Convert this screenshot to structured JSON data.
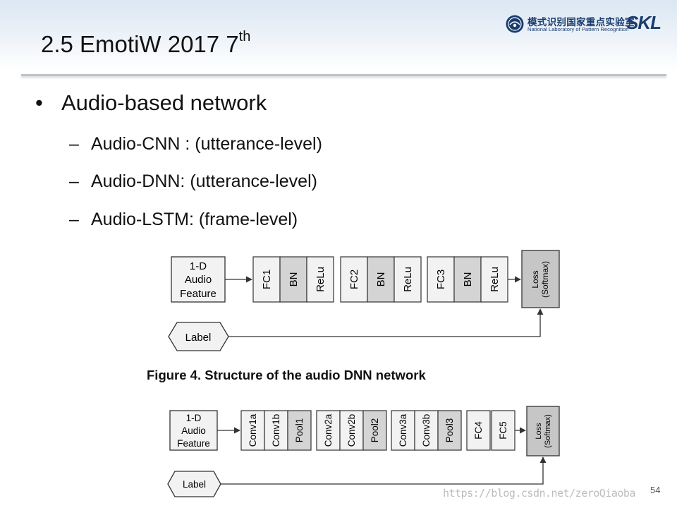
{
  "slide": {
    "title": "2.5 EmotiW 2017 7",
    "title_sup": "th",
    "logo": {
      "cn": "模式识别国家重点实验室",
      "en": "National Laboratory of Pattern Recognition",
      "abbr": "SKL"
    },
    "bullet": "Audio-based network",
    "sub_bullets": [
      "Audio-CNN : (utterance-level)",
      "Audio-DNN: (utterance-level)",
      "Audio-LSTM: (frame-level)"
    ],
    "page_number": "54",
    "watermark": "https://blog.csdn.net/zeroQiaoba"
  },
  "dnn": {
    "input": [
      "1-D",
      "Audio",
      "Feature"
    ],
    "layers": [
      {
        "label": "FC1",
        "shaded": false
      },
      {
        "label": "BN",
        "shaded": true
      },
      {
        "label": "ReLu",
        "shaded": false
      },
      {
        "label": "FC2",
        "shaded": false
      },
      {
        "label": "BN",
        "shaded": true
      },
      {
        "label": "ReLu",
        "shaded": false
      },
      {
        "label": "FC3",
        "shaded": false
      },
      {
        "label": "BN",
        "shaded": true
      },
      {
        "label": "ReLu",
        "shaded": false
      }
    ],
    "loss": [
      "Loss",
      "(Softmax)"
    ],
    "label": "Label",
    "caption": "Figure 4. Structure of the audio DNN network"
  },
  "cnn": {
    "input": [
      "1-D",
      "Audio",
      "Feature"
    ],
    "layers": [
      {
        "label": "Conv1a",
        "shaded": false
      },
      {
        "label": "Conv1b",
        "shaded": false
      },
      {
        "label": "Pool1",
        "shaded": true
      },
      {
        "label": "Conv2a",
        "shaded": false
      },
      {
        "label": "Conv2b",
        "shaded": false
      },
      {
        "label": "Pool2",
        "shaded": true
      },
      {
        "label": "Conv3a",
        "shaded": false
      },
      {
        "label": "Conv3b",
        "shaded": false
      },
      {
        "label": "Pool3",
        "shaded": true
      },
      {
        "label": "FC4",
        "shaded": false
      },
      {
        "label": "FC5",
        "shaded": false
      }
    ],
    "loss": [
      "Loss",
      "(Softmax)"
    ],
    "label": "Label"
  },
  "colors": {
    "box_fill": "#f2f2f2",
    "shaded_fill": "#d4d4d4",
    "loss_fill": "#c6c6c6",
    "stroke": "#333333",
    "logo_blue": "#1b3d6e"
  }
}
